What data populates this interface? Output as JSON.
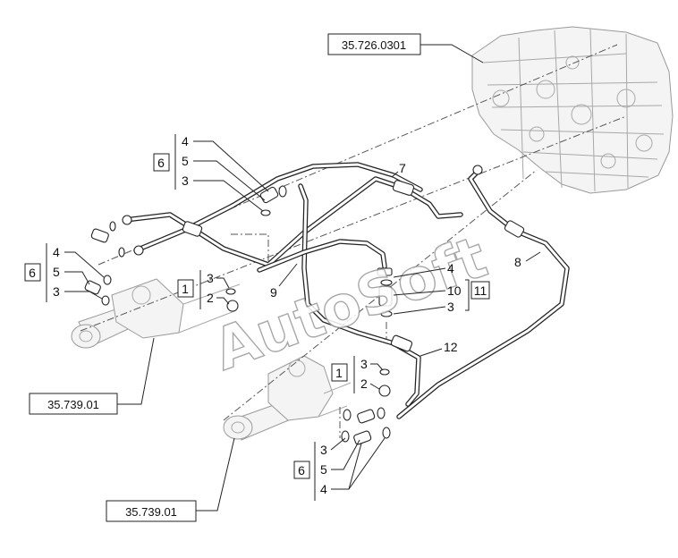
{
  "references": {
    "valve_block": "35.726.0301",
    "cylinder_upper": "35.739.01",
    "cylinder_lower": "35.739.01"
  },
  "callouts": {
    "hose_7": "7",
    "hose_8": "8",
    "hose_9": "9",
    "hose_12": "12",
    "group_upper_left": {
      "box": "6",
      "items": [
        "4",
        "5",
        "3"
      ]
    },
    "group_mid_left": {
      "box": "6",
      "items": [
        "4",
        "5",
        "3"
      ]
    },
    "group_center": {
      "box": "1",
      "items": [
        "3",
        "2"
      ]
    },
    "group_right": {
      "top": "4",
      "box_a": "10",
      "box_b": "11",
      "bottom": "3"
    },
    "group_lower_center": {
      "box": "1",
      "items": [
        "3",
        "2"
      ]
    },
    "group_bottom": {
      "box": "6",
      "items": [
        "3",
        "5",
        "4"
      ]
    }
  },
  "watermark": "AutoSoft"
}
